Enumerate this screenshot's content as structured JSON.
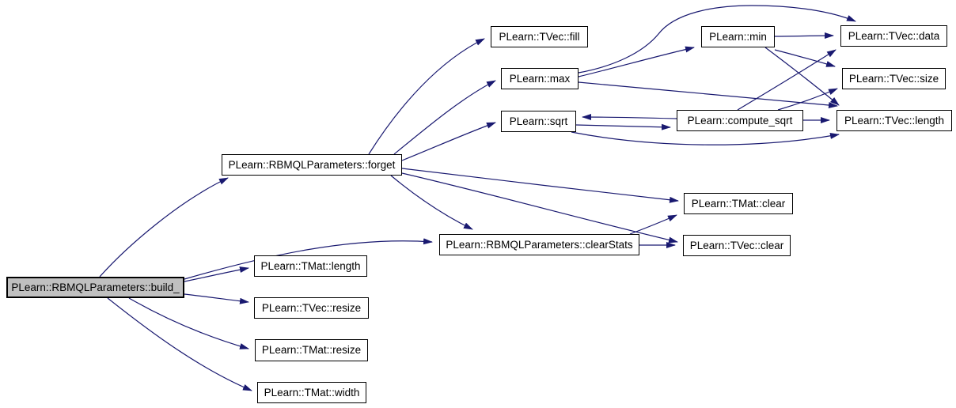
{
  "diagram": {
    "type": "call-graph",
    "colors": {
      "edge": "#191970",
      "node_border": "#000000",
      "node_fill": "#ffffff",
      "highlight_fill": "#c0c0c0",
      "background": "#ffffff",
      "text": "#000000"
    },
    "nodes": [
      {
        "id": "build",
        "label": "PLearn::RBMQLParameters::build_",
        "highlighted": true
      },
      {
        "id": "forget",
        "label": "PLearn::RBMQLParameters::forget",
        "highlighted": false
      },
      {
        "id": "tvec-fill",
        "label": "PLearn::TVec::fill",
        "highlighted": false
      },
      {
        "id": "max",
        "label": "PLearn::max",
        "highlighted": false
      },
      {
        "id": "min",
        "label": "PLearn::min",
        "highlighted": false
      },
      {
        "id": "tvec-data",
        "label": "PLearn::TVec::data",
        "highlighted": false
      },
      {
        "id": "tvec-size",
        "label": "PLearn::TVec::size",
        "highlighted": false
      },
      {
        "id": "sqrt",
        "label": "PLearn::sqrt",
        "highlighted": false
      },
      {
        "id": "compute-sqrt",
        "label": "PLearn::compute_sqrt",
        "highlighted": false
      },
      {
        "id": "tvec-length",
        "label": "PLearn::TVec::length",
        "highlighted": false
      },
      {
        "id": "tmat-clear",
        "label": "PLearn::TMat::clear",
        "highlighted": false
      },
      {
        "id": "clearstats",
        "label": "PLearn::RBMQLParameters::clearStats",
        "highlighted": false
      },
      {
        "id": "tvec-clear",
        "label": "PLearn::TVec::clear",
        "highlighted": false
      },
      {
        "id": "tmat-length",
        "label": "PLearn::TMat::length",
        "highlighted": false
      },
      {
        "id": "tvec-resize",
        "label": "PLearn::TVec::resize",
        "highlighted": false
      },
      {
        "id": "tmat-resize",
        "label": "PLearn::TMat::resize",
        "highlighted": false
      },
      {
        "id": "tmat-width",
        "label": "PLearn::TMat::width",
        "highlighted": false
      }
    ],
    "edges": [
      {
        "from": "build",
        "to": "forget"
      },
      {
        "from": "build",
        "to": "clearstats"
      },
      {
        "from": "build",
        "to": "tmat-length"
      },
      {
        "from": "build",
        "to": "tvec-resize"
      },
      {
        "from": "build",
        "to": "tmat-resize"
      },
      {
        "from": "build",
        "to": "tmat-width"
      },
      {
        "from": "forget",
        "to": "tvec-fill"
      },
      {
        "from": "forget",
        "to": "max"
      },
      {
        "from": "forget",
        "to": "sqrt"
      },
      {
        "from": "forget",
        "to": "tmat-clear"
      },
      {
        "from": "forget",
        "to": "tvec-clear"
      },
      {
        "from": "forget",
        "to": "clearstats"
      },
      {
        "from": "max",
        "to": "min"
      },
      {
        "from": "max",
        "to": "tvec-data"
      },
      {
        "from": "max",
        "to": "tvec-length"
      },
      {
        "from": "min",
        "to": "tvec-data"
      },
      {
        "from": "min",
        "to": "tvec-size"
      },
      {
        "from": "min",
        "to": "tvec-length"
      },
      {
        "from": "sqrt",
        "to": "compute-sqrt"
      },
      {
        "from": "sqrt",
        "to": "tvec-length"
      },
      {
        "from": "compute-sqrt",
        "to": "sqrt"
      },
      {
        "from": "compute-sqrt",
        "to": "tvec-data"
      },
      {
        "from": "compute-sqrt",
        "to": "tvec-size"
      },
      {
        "from": "compute-sqrt",
        "to": "tvec-length"
      },
      {
        "from": "clearstats",
        "to": "tmat-clear"
      },
      {
        "from": "clearstats",
        "to": "tvec-clear"
      }
    ]
  }
}
